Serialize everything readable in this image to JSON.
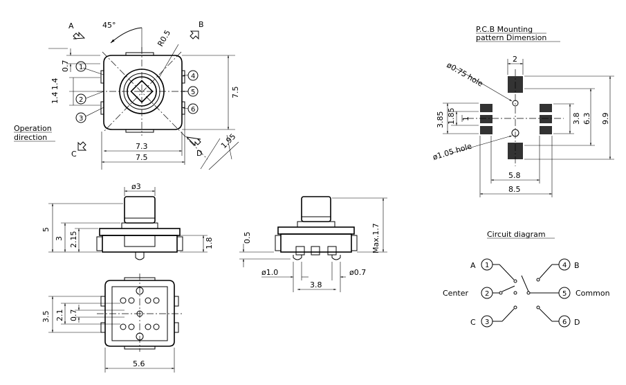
{
  "top_view": {
    "dir_a": "A",
    "dir_b": "B",
    "dir_c": "C",
    "dir_d": "D",
    "angle": "45°",
    "radius": "R0.5",
    "dim_07": "0.7",
    "dim_14a": "1.4",
    "dim_14b": "1.4",
    "dim_75v": "7.5",
    "dim_73": "7.3",
    "dim_75h": "7.5",
    "dim_195": "1.95",
    "op_line1": "Operation",
    "op_line2": "direction",
    "pins": [
      "1",
      "2",
      "3",
      "4",
      "5",
      "6"
    ]
  },
  "pcb": {
    "title1": "P.C.B Mounting",
    "title2": "pattern Dimension",
    "dim_2": "2",
    "hole_075": "ø0.75 hole",
    "hole_105": "ø1.05 hole",
    "dim_385": "3.85",
    "dim_185": "1.85",
    "dim_1": "1",
    "dim_38": "3.8",
    "dim_63": "6.3",
    "dim_99": "9.9",
    "dim_58": "5.8",
    "dim_85": "8.5"
  },
  "side_view": {
    "dim_o3": "ø3",
    "dim_5": "5",
    "dim_3": "3",
    "dim_215": "2.15",
    "dim_18": "1.8"
  },
  "front_view": {
    "dim_05": "0.5",
    "dim_max": "Max.1.7",
    "dim_o10": "ø1.0",
    "dim_o07": "ø0.7",
    "dim_38": "3.8"
  },
  "bottom_view": {
    "dim_35": "3.5",
    "dim_21": "2.1",
    "dim_07": "0.7",
    "dim_56": "5.6"
  },
  "circuit": {
    "title": "Circuit diagram",
    "a": "A",
    "b": "B",
    "c": "C",
    "d": "D",
    "center": "Center",
    "common": "Common",
    "pins": [
      "1",
      "2",
      "3",
      "4",
      "5",
      "6"
    ]
  }
}
